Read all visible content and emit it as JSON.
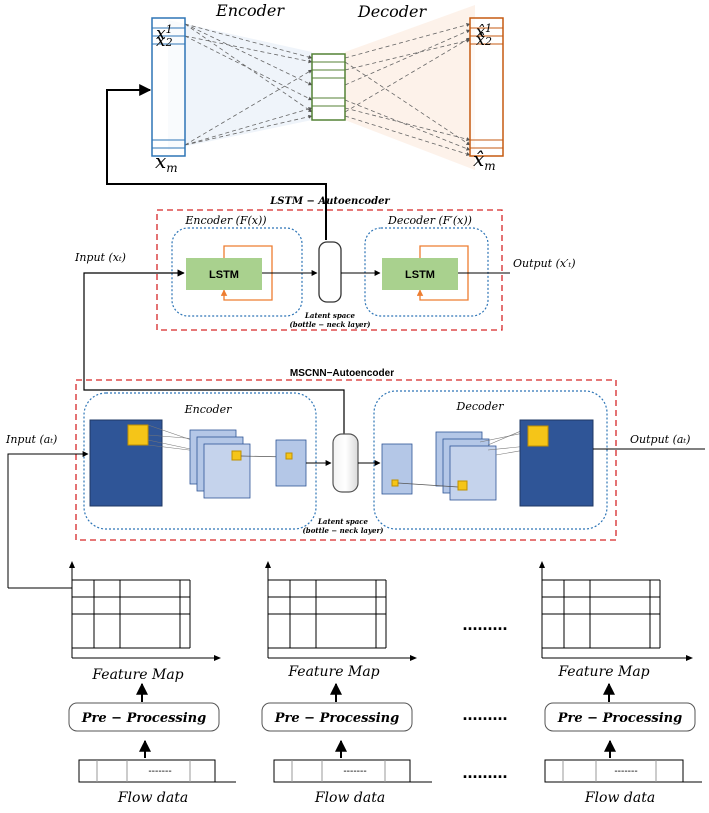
{
  "top_ae": {
    "encoder_label": "Encoder",
    "decoder_label": "Decoder",
    "x1": "x",
    "x1_sub": "1",
    "x2": "x",
    "x2_sub": "2",
    "xm": "x",
    "xm_sub": "m",
    "xhat1": "x̂",
    "xhat1_sub": "1",
    "xhat2": "x̂",
    "xhat2_sub": "2",
    "xhatm": "x̂",
    "xhatm_sub": "m"
  },
  "lstm": {
    "title": "LSTM − Autoencoder",
    "encoder_label": "Encoder (F(x))",
    "decoder_label": "Decoder (F′(x))",
    "cell_left": "LSTM",
    "cell_right": "LSTM",
    "input_label": "Input (xₜ)",
    "output_label": "Output (x′ₜ)",
    "latent_line1": "Latent space",
    "latent_line2": "(bottle − neck layer)",
    "color_border": "#d62728",
    "color_cell": "#a9d18e",
    "color_loop": "#ed7d31"
  },
  "mscnn": {
    "title": "MSCNN−Autoencoder",
    "encoder_label": "Encoder",
    "decoder_label": "Decoder",
    "input_label": "Input (aₜ)",
    "output_label": "Output (aₜ)",
    "latent_line1": "Latent space",
    "latent_line2": "(bottle − neck layer)",
    "color_dark": "#2f5597",
    "color_light": "#b4c7e7",
    "color_accent": "#f5c518"
  },
  "pipeline": {
    "feature_map_label": "Feature Map",
    "preprocessing_label": "Pre − Processing",
    "flow_label": "Flow data",
    "dashes": "-------",
    "ellipsis": "........."
  }
}
